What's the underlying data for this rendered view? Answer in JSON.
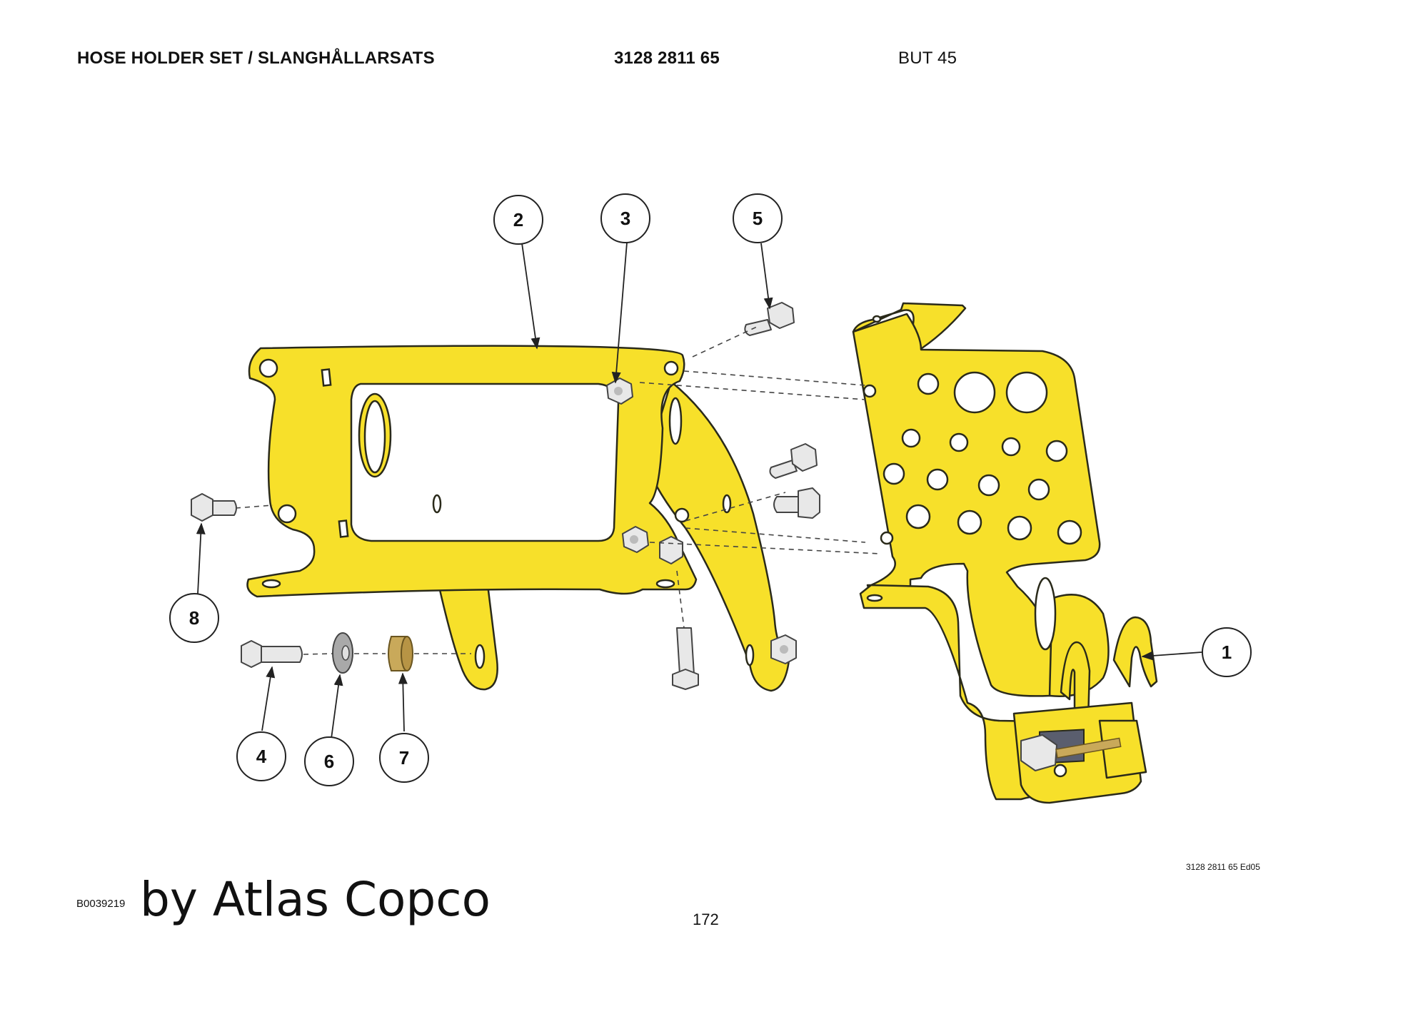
{
  "header": {
    "title": "HOSE HOLDER SET / SLANGHÅLLARSATS",
    "part_number": "3128 2811 65",
    "model": "BUT 45"
  },
  "callouts": [
    {
      "label": "1"
    },
    {
      "label": "2"
    },
    {
      "label": "3"
    },
    {
      "label": "4"
    },
    {
      "label": "5"
    },
    {
      "label": "6"
    },
    {
      "label": "7"
    },
    {
      "label": "8"
    }
  ],
  "colors": {
    "bracket": "#f7e02a",
    "outline": "#2a2a1a",
    "bolt": "#e8e8e8",
    "washer": "#a9a9a9",
    "bushing": "#c9a95a",
    "rubber": "#5a5e6e"
  },
  "footer": {
    "drawing_ref": "3128 2811 65 Ed05",
    "doc_id": "B0039219",
    "brand": "by Atlas Copco",
    "page_number": "172"
  }
}
